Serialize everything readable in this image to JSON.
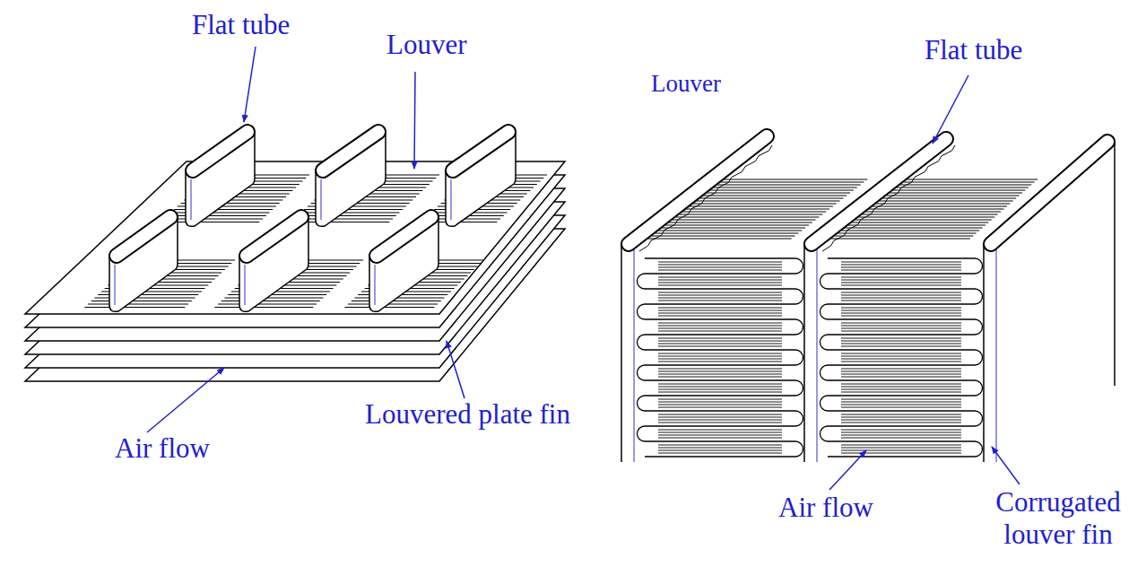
{
  "diagram": {
    "labels": [
      "Flat tube",
      "Louver",
      "Louvered plate fin",
      "Air flow",
      "Louver",
      "Flat tube",
      "Air flow",
      "Corrugated louver fin"
    ]
  }
}
